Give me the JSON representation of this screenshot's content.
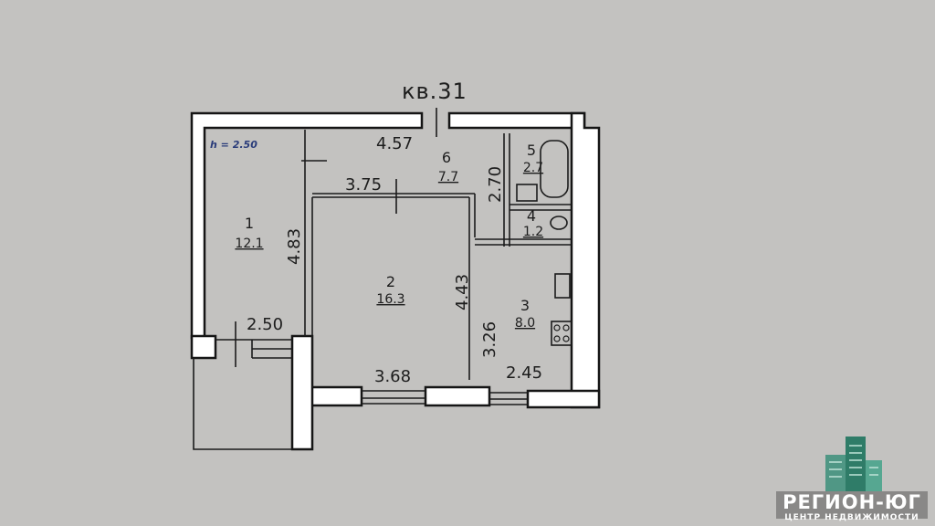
{
  "plan": {
    "apartment_label": "кв.31",
    "ceiling_height": "h = 2.50"
  },
  "rooms": [
    {
      "id": "room-1",
      "number": "1",
      "area": "12.1"
    },
    {
      "id": "room-2",
      "number": "2",
      "area": "16.3"
    },
    {
      "id": "room-3",
      "number": "3",
      "area": "8.0"
    },
    {
      "id": "room-4",
      "number": "4",
      "area": "1.2"
    },
    {
      "id": "room-5",
      "number": "5",
      "area": "2.7"
    },
    {
      "id": "room-6",
      "number": "6",
      "area": "7.7"
    }
  ],
  "dimensions": {
    "corridor_length": "4.57",
    "room2_top_width": "3.75",
    "room1_height": "4.83",
    "room2_height": "4.43",
    "bath_height": "2.70",
    "kitchen_height": "3.26",
    "balcony_width": "2.50",
    "room2_bottom_width": "3.68",
    "kitchen_width": "2.45"
  },
  "logo": {
    "name": "РЕГИОН-ЮГ",
    "tagline": "ЦЕНТР НЕДВИЖИМОСТИ",
    "colors": {
      "primary": "#3c8f7a",
      "text": "#ffffff"
    }
  }
}
